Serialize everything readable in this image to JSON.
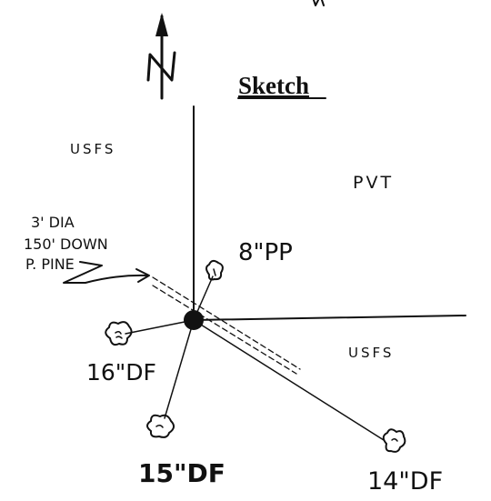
{
  "title": "Sketch",
  "north_label": "N",
  "land_labels": {
    "usfs_top": "USFS",
    "pvt": "PVT",
    "usfs_bottom": "USFS"
  },
  "down_tree_note": {
    "line1": "3' DIA",
    "line2": "150' DOWN",
    "line3": "P. PINE"
  },
  "trees": [
    {
      "label": "8\"PP"
    },
    {
      "label": "16\"DF"
    },
    {
      "label": "15\"DF"
    },
    {
      "label": "14\"DF"
    }
  ]
}
